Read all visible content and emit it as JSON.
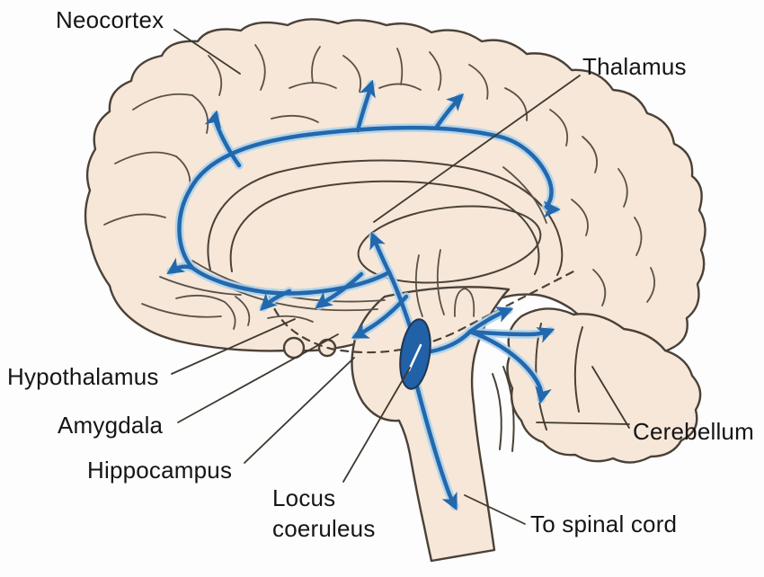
{
  "figure_labels": {
    "neocortex": "Neocortex",
    "thalamus": "Thalamus",
    "hypothalamus": "Hypothalamus",
    "amygdala": "Amygdala",
    "hippocampus": "Hippocampus",
    "locus_coeruleus": {
      "line1": "Locus",
      "line2": "coeruleus"
    },
    "cerebellum": "Cerebellum",
    "to_spinal_cord": "To spinal cord"
  },
  "colors": {
    "bg": "#fdfdfd",
    "brain_fill": "#f6e7d8",
    "outline": "#4a4138",
    "gyrus": "#5a5148",
    "leader": "#3f382f",
    "pathway": "#2368ad",
    "halo": "#aed2ea",
    "locus": "#2061a8",
    "label": "#151515"
  }
}
